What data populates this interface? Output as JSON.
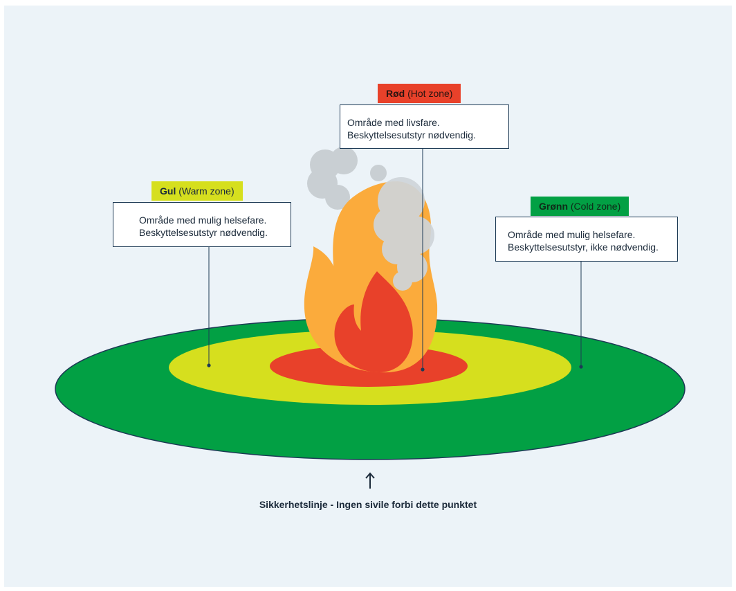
{
  "zones": {
    "red": {
      "name": "Rød",
      "english": "(Hot zone)",
      "line1": "Område med livsfare.",
      "line2": "Beskyttelsesutstyr nødvendig.",
      "color": "#e8412a"
    },
    "yellow": {
      "name": "Gul",
      "english": "(Warm zone)",
      "line1": "Område med mulig helsefare.",
      "line2": "Beskyttelsesutstyr nødvendig.",
      "color": "#d6df1e"
    },
    "green": {
      "name": "Grønn",
      "english": "(Cold zone)",
      "line1": "Område med mulig helsefare.",
      "line2": "Beskyttelsesutstyr, ikke nødvendig.",
      "color": "#02a044"
    }
  },
  "safety_line": {
    "caption": "Sikkerhetslinje - Ingen sivile forbi dette punktet",
    "arrow_icon": "arrow-up-icon"
  },
  "colors": {
    "background": "#ecf3f8",
    "flame_outer": "#fbab3c",
    "flame_inner": "#e8412a",
    "smoke": "#c9cfd3",
    "line": "#1d3a55"
  }
}
